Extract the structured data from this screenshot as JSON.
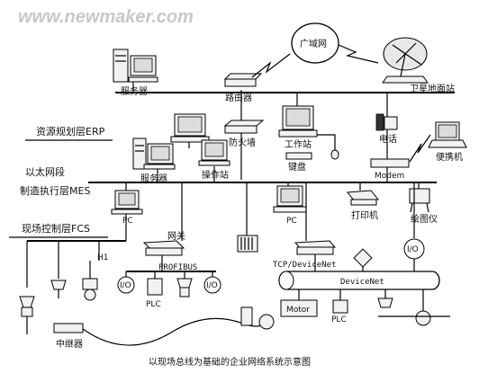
{
  "watermark": "www.newmaker.com",
  "caption": "以现场总线为基础的企业网络系统示意图",
  "layers": {
    "erp": "资源规划层ERP",
    "ethernet": "以太网段",
    "mes": "制造执行层MES",
    "fcs": "现场控制层FCS"
  },
  "nodes": {
    "wan": "广域网",
    "server_top": "服务器",
    "router": "路由器",
    "satellite": "卫星地面站",
    "firewall": "防火墙",
    "workstation": "工作站",
    "keyboard": "键盘",
    "phone": "电话",
    "modem": "Modem",
    "laptop": "便携机",
    "server_mid": "服务器",
    "operator_station": "操作站",
    "printer": "打印机",
    "plotter": "绘图仪",
    "pc_left": "PC",
    "pc_right": "PC",
    "h1": "H1",
    "gateway": "网关",
    "profibus": "PROFIBUS",
    "io_left": "I/O",
    "io_mid": "I/O",
    "plc_left": "PLC",
    "tcp_devicenet": "TCP/DeviceNet",
    "io_right": "I/O",
    "devicenet": "DeviceNet",
    "motor": "Motor",
    "plc_right": "PLC",
    "repeater": "中继器"
  }
}
